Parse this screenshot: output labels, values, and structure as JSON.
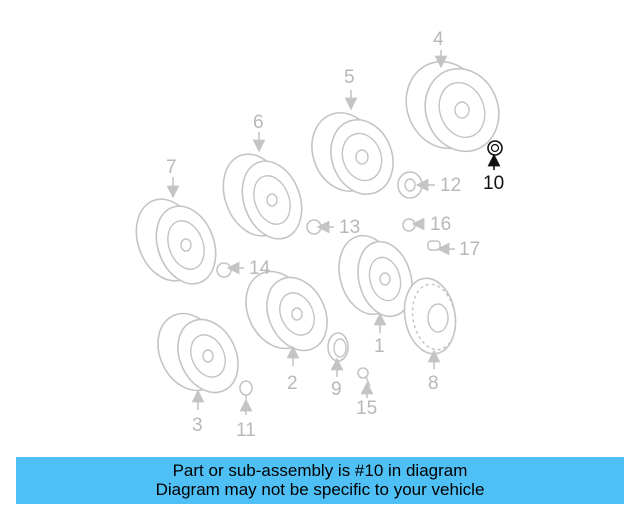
{
  "labels": {
    "p1": "1",
    "p2": "2",
    "p3": "3",
    "p4": "4",
    "p5": "5",
    "p6": "6",
    "p7": "7",
    "p8": "8",
    "p9": "9",
    "p10": "10",
    "p11": "11",
    "p12": "12",
    "p13": "13",
    "p14": "14",
    "p15": "15",
    "p16": "16",
    "p17": "17"
  },
  "highlight_part": "10",
  "colors": {
    "banner": "#4fc0f5",
    "highlight": "#111111",
    "muted": "#b8b8b8"
  },
  "banner": {
    "line1": "Part or sub-assembly is #10 in diagram",
    "line2": "Diagram may not be specific to your vehicle"
  }
}
